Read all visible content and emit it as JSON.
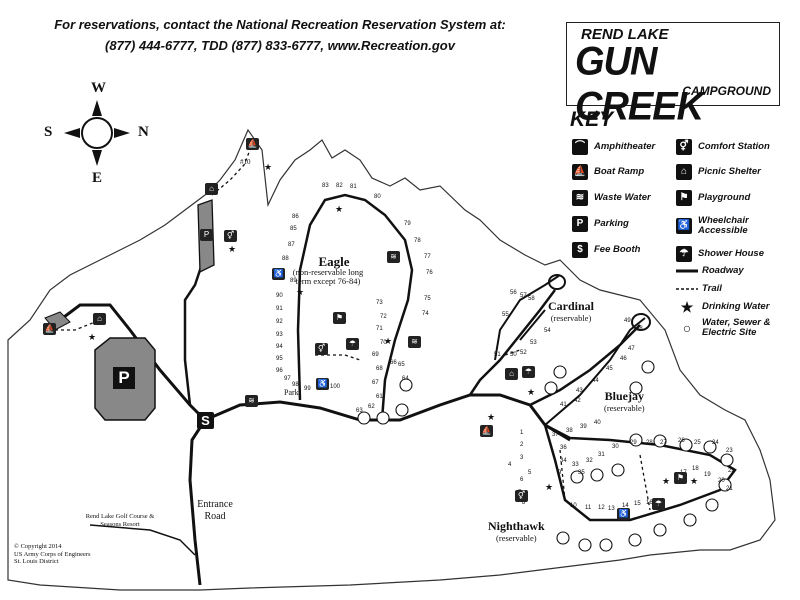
{
  "header": {
    "line1": "For reservations, contact the National Recreation Reservation System at:",
    "line2": "(877) 444-6777, TDD (877) 833-6777, www.Recreation.gov"
  },
  "title": {
    "top": "REND LAKE",
    "main": "GUN CREEK",
    "bottom": "CAMPGROUND"
  },
  "compass": {
    "w": "W",
    "s": "S",
    "n": "N",
    "e": "E"
  },
  "key": {
    "title": "KEY",
    "items": [
      {
        "label": "Amphitheater",
        "icon": "amphitheater-icon",
        "glyph": "⌒"
      },
      {
        "label": "Boat Ramp",
        "icon": "boat-ramp-icon",
        "glyph": "⛵"
      },
      {
        "label": "Waste Water",
        "icon": "waste-water-icon",
        "glyph": "≋"
      },
      {
        "label": "Parking",
        "icon": "parking-icon",
        "glyph": "P"
      },
      {
        "label": "Fee Booth",
        "icon": "fee-booth-icon",
        "glyph": "$"
      },
      {
        "label": "Comfort Station",
        "icon": "comfort-station-icon",
        "glyph": "⚥"
      },
      {
        "label": "Picnic Shelter",
        "icon": "picnic-shelter-icon",
        "glyph": "⌂"
      },
      {
        "label": "Playground",
        "icon": "playground-icon",
        "glyph": "⚑"
      },
      {
        "label": "Wheelchair Accessible",
        "icon": "wheelchair-icon",
        "glyph": "♿"
      },
      {
        "label": "Shower House",
        "icon": "shower-house-icon",
        "glyph": "☂"
      },
      {
        "label": "Roadway",
        "icon": "roadway-line-icon"
      },
      {
        "label": "Trail",
        "icon": "trail-line-icon"
      },
      {
        "label": "Drinking Water",
        "icon": "drinking-water-star-icon",
        "glyph": "★"
      },
      {
        "label": "Water, Sewer & Electric Site",
        "icon": "full-hookup-circle-icon",
        "glyph": "○"
      }
    ]
  },
  "areas": {
    "eagle": {
      "name": "Eagle",
      "note": "(non-reservable long term except 76-84)"
    },
    "cardinal": {
      "name": "Cardinal",
      "note": "(reservable)"
    },
    "bluejay": {
      "name": "Bluejay",
      "note": "(reservable)"
    },
    "nighthawk": {
      "name": "Nighthawk",
      "note": "(reservable)"
    }
  },
  "labels": {
    "entrance": "Entrance Road",
    "golf": "Rend Lake Golf Course & Seasons Resort",
    "park": "Park",
    "p": "P",
    "s": "S",
    "site10": "#10"
  },
  "copyright": {
    "l1": "© Copyright 2014",
    "l2": "US Army Corps of Engineers",
    "l3": "St. Louis District"
  },
  "site_numbers": {
    "eagle": [
      "83",
      "82",
      "81",
      "80",
      "79",
      "78",
      "77",
      "76",
      "75",
      "74",
      "73",
      "72",
      "71",
      "70",
      "69",
      "68",
      "67",
      "66",
      "65",
      "64",
      "63",
      "62",
      "61",
      "86",
      "85",
      "87",
      "88",
      "89",
      "90",
      "91",
      "92",
      "93",
      "94",
      "95",
      "96",
      "97",
      "98",
      "99",
      "100"
    ],
    "cardinal": [
      "56",
      "57",
      "58",
      "55",
      "54",
      "53",
      "52",
      "51",
      "50"
    ],
    "bluejay": [
      "49",
      "48",
      "47",
      "46",
      "45",
      "44",
      "43",
      "42",
      "41"
    ],
    "nighthawk": [
      "1",
      "2",
      "3",
      "4",
      "5",
      "6",
      "7",
      "8",
      "9",
      "10",
      "11",
      "12",
      "13",
      "14",
      "15",
      "16",
      "17",
      "18",
      "19",
      "20",
      "21",
      "22",
      "23",
      "24",
      "25",
      "26",
      "27",
      "28",
      "29",
      "30",
      "31",
      "32",
      "33",
      "34",
      "35",
      "36",
      "37",
      "38",
      "39",
      "40"
    ]
  }
}
